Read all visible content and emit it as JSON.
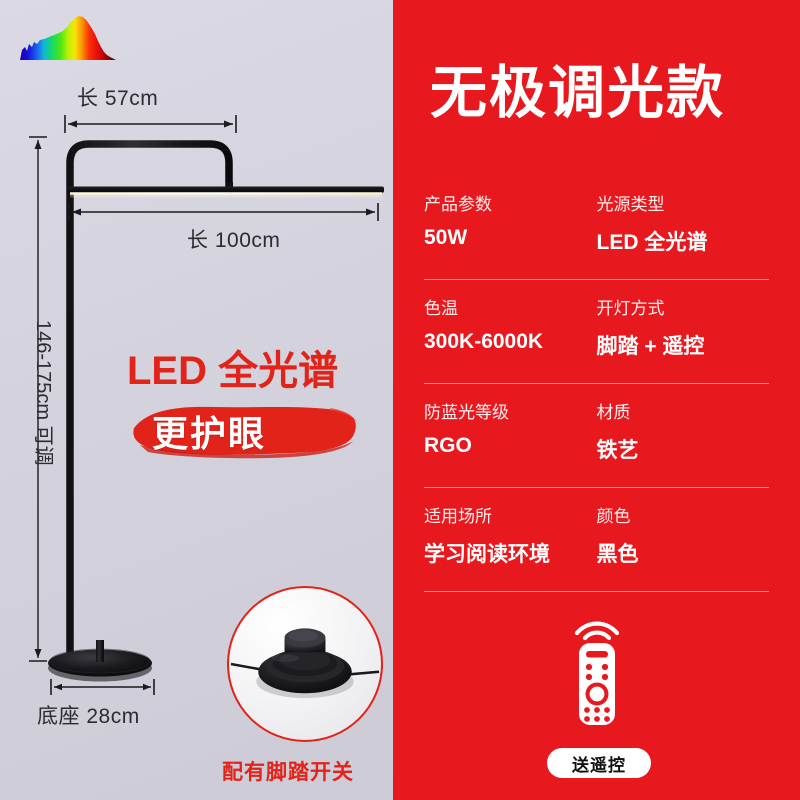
{
  "background": {
    "left_bg": "#d5d3dd",
    "accent_red": "#e8191e",
    "brand_red": "#e2231a"
  },
  "left": {
    "spectrum_icon": "spectrum-curve-icon",
    "dim_width_top": "长 57cm",
    "dim_width_bar": "长 100cm",
    "dim_height": "146-175cm 可调",
    "dim_base": "底座 28cm",
    "headline": "LED 全光谱",
    "brush_label": "更护眼",
    "foot_switch_caption": "配有脚踏开关",
    "foot_switch_photo": "foot-switch-photo"
  },
  "right": {
    "title": "无极调光款",
    "specs": [
      {
        "label_a": "产品参数",
        "value_a": "50W",
        "label_b": "光源类型",
        "value_b": "LED 全光谱"
      },
      {
        "label_a": "色温",
        "value_a": "300K-6000K",
        "label_b": "开灯方式",
        "value_b": "脚踏 + 遥控"
      },
      {
        "label_a": "防蓝光等级",
        "value_a": "RGO",
        "label_b": "材质",
        "value_b": "铁艺"
      },
      {
        "label_a": "适用场所",
        "value_a": "学习阅读环境",
        "label_b": "颜色",
        "value_b": "黑色"
      }
    ],
    "remote_icon": "remote-control-icon",
    "remote_badge": "送遥控"
  }
}
